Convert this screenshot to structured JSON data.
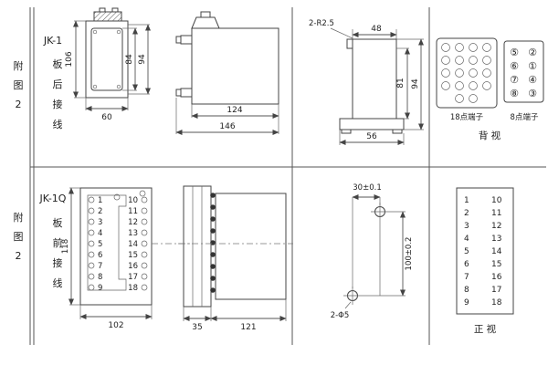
{
  "rows": {
    "top": {
      "side_label": "附\n图\n2",
      "model": "JK-1",
      "wiring_label": "板\n后\n接\n线",
      "front_view": {
        "height": "106",
        "window_height": "84",
        "bezel_height": "94",
        "width": "60"
      },
      "side_view": {
        "body_depth": "124",
        "total_depth": "146"
      },
      "cutout_view": {
        "corner_note": "2-R2.5",
        "top_width": "48",
        "inner_height": "81",
        "total_height": "94",
        "base_width": "56"
      },
      "terminal_view": {
        "label_18pt": "18点端子",
        "label_8pt": "8点端子",
        "caption": "背  视",
        "numbers_8pt": [
          "⑤",
          "②",
          "⑥",
          "①",
          "⑦",
          "④",
          "⑧",
          "③"
        ]
      }
    },
    "bottom": {
      "side_label": "附\n图\n2",
      "model": "JK-1Q",
      "wiring_label": "板\n前\n接\n线",
      "front_view": {
        "height": "118",
        "width": "102",
        "left_terminals": [
          "1",
          "2",
          "3",
          "4",
          "5",
          "6",
          "7",
          "8",
          "9"
        ],
        "right_terminals": [
          "10",
          "11",
          "12",
          "13",
          "14",
          "15",
          "16",
          "17",
          "18"
        ]
      },
      "side_view": {
        "front_depth": "35",
        "body_depth": "121"
      },
      "drill_view": {
        "h_spacing": "30±0.1",
        "v_spacing": "100±0.2",
        "hole_note": "2-Φ5"
      },
      "table_view": {
        "left": [
          "1",
          "2",
          "3",
          "4",
          "5",
          "6",
          "7",
          "8",
          "9"
        ],
        "right": [
          "10",
          "11",
          "12",
          "13",
          "14",
          "15",
          "16",
          "17",
          "18"
        ],
        "caption": "正  视"
      }
    }
  },
  "colors": {
    "line": "#444444",
    "text": "#222222",
    "background": "#ffffff"
  }
}
